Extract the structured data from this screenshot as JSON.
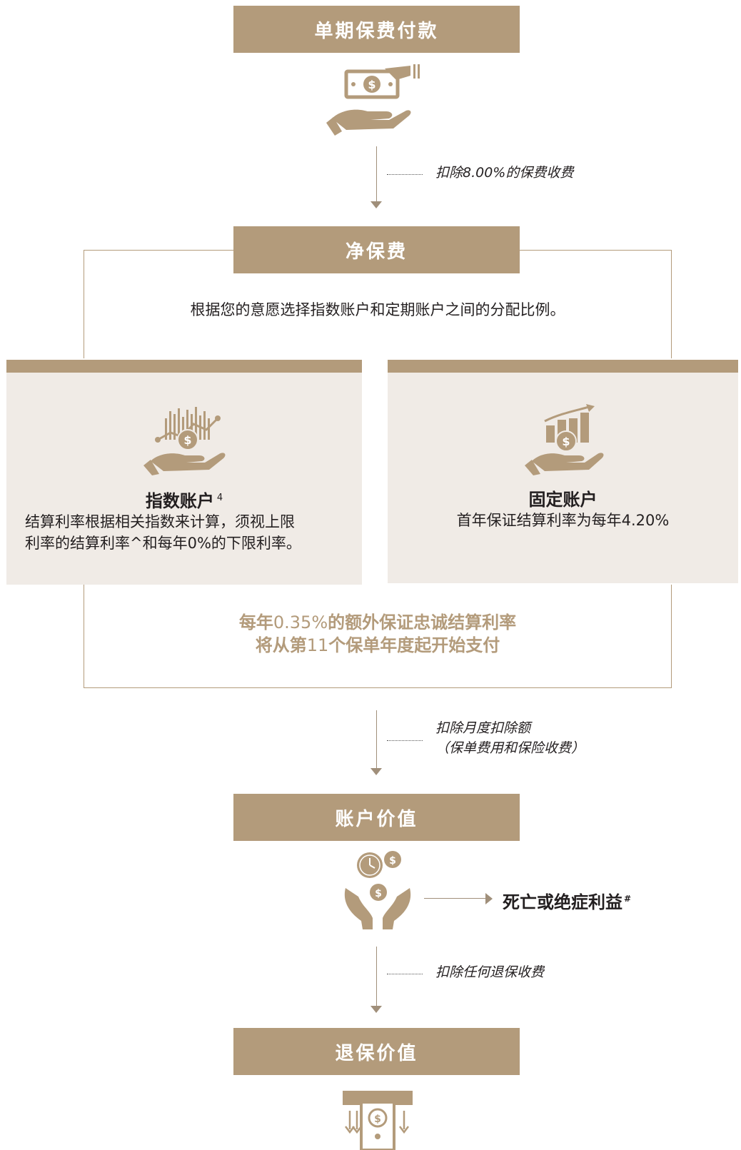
{
  "steps": {
    "single_premium": "单期保费付款",
    "net_premium": "净保费",
    "account_value": "账户价值",
    "surrender_value": "退保价值"
  },
  "notes": {
    "premium_charge": "扣除8.00%的保费收费",
    "monthly_deduction_line1": "扣除月度扣除额",
    "monthly_deduction_line2": "（保单费用和保险收费）",
    "surrender_charge": "扣除任何退保收费"
  },
  "allocation_text": "根据您的意愿选择指数账户和定期账户之间的分配比例。",
  "index_account": {
    "title": "指数账户",
    "sup": "4",
    "line1": "结算利率根据相关指数来计算，须视上限",
    "line2": "利率的结算利率^和每年0%的下限利率。"
  },
  "fixed_account": {
    "title": "固定账户",
    "line1": "首年保证结算利率为每年4.20%"
  },
  "loyalty": {
    "line1_a": "每年",
    "line1_b": "0.35%",
    "line1_c": "的额外保证忠诚结算利率",
    "line2_a": "将从第",
    "line2_b": "11",
    "line2_c": "个保单年度起开始支付"
  },
  "benefit": {
    "label": "死亡或绝症利益",
    "sup": "#"
  },
  "colors": {
    "brand": "#b39b7b",
    "panel": "#f0ebe6",
    "line": "#a08f7a"
  }
}
